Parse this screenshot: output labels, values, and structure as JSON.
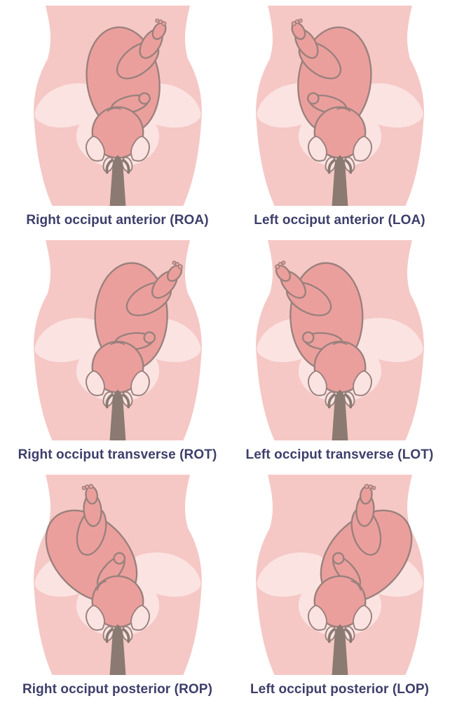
{
  "figures": [
    {
      "id": "roa",
      "label": "Right occiput anterior (ROA)",
      "pose": "anterior",
      "mirrored": false
    },
    {
      "id": "loa",
      "label": "Left occiput anterior (LOA)",
      "pose": "anterior",
      "mirrored": true
    },
    {
      "id": "rot",
      "label": "Right occiput transverse (ROT)",
      "pose": "transverse",
      "mirrored": false
    },
    {
      "id": "lot",
      "label": "Left occiput transverse (LOT)",
      "pose": "transverse",
      "mirrored": true
    },
    {
      "id": "rop",
      "label": "Right occiput posterior (ROP)",
      "pose": "posterior",
      "mirrored": false
    },
    {
      "id": "lop",
      "label": "Left occiput posterior (LOP)",
      "pose": "posterior",
      "mirrored": true
    }
  ],
  "colors": {
    "background": "#ffffff",
    "skin": "#f5c8c5",
    "pelvis": "#fbe3e2",
    "fetus": "#eb9f9c",
    "outline": "#9a817d",
    "shadow": "#8a7a72",
    "label_text": "#3e3e6b"
  }
}
